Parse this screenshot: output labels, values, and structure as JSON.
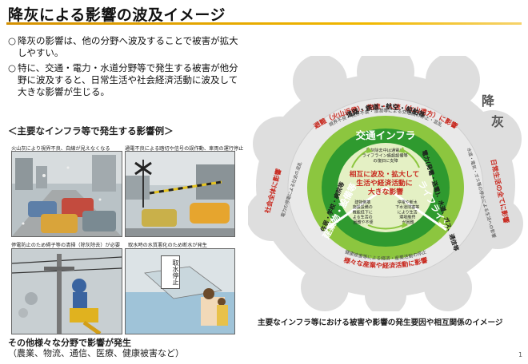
{
  "header": {
    "title": "降灰による影響の波及イメージ"
  },
  "bullets": [
    {
      "mark": "○",
      "lines": [
        "降灰の影響は、他の分野へ波及することで被害が拡大",
        "しやすい。"
      ]
    },
    {
      "mark": "○",
      "lines": [
        "特に、交通・電力・水道分野等で発生する被害が他分",
        "野に波及すると、日常生活や社会経済活動に波及して",
        "大きな影響が生じる。"
      ]
    }
  ],
  "examples": {
    "heading": "＜主要なインフラ等で発生する影響例＞",
    "captions": [
      "火山灰により視界不良、白線が見えなくなる",
      "通電不良による踏切や信号の誤作動、車両の運行停止",
      "停電防止のため碍子等の清掃（除灰除去）が必要",
      "取水時の水質悪化のため断水が発生"
    ],
    "sign_text": "取水停止",
    "other_note": [
      "その他様々な分野で影響が発生",
      "（農業、物流、通信、医療、健康被害など）"
    ]
  },
  "diagram": {
    "cloud_label": "降灰",
    "outer_arc_top": "避難（火山近傍）、物流・人流（火山遠方）に影響",
    "outer_arc_left": "社会全体に影響",
    "outer_arc_right": "日常生活の全てに影響",
    "outer_arc_bottom": "様々な産業や経済活動に影響",
    "outer_note_top": "視界不良・視界不良・湿潤等による交通網の停止・混乱",
    "outer_note_left": "電力の停電による社会の混乱",
    "outer_note_right": "水道・電気・ガス等の停止による生活への影響",
    "outer_note_bottom": "健康被害等による経済・産業活動の停止",
    "sector_top": "道路・鉄道・航空・船舶等",
    "sector_right": "電力(発電・送電)、水道、ガス、通信等",
    "sector_left": "住居・学校・病院等",
    "center_top": "交通インフラ",
    "center_right": "ライフライン",
    "center_left": "建築物・設備等",
    "center_top_note": [
      "降灰除去中は通電や",
      "ライフライン施設設備等",
      "の復旧に支障"
    ],
    "center_right_note": [
      "停電や断水",
      "下水道閉塞等",
      "により生活",
      "環境維持",
      "が困難"
    ],
    "center_left_note": [
      "建物倒壊",
      "施設設備の",
      "機能低下に",
      "よる生活の",
      "困難や不便"
    ],
    "center_main": [
      "相互に波及・拡大して",
      "生活や経済活動に",
      "大きな影響"
    ],
    "caption": "主要なインフラ等における被害や影響の発生要因や相互関係のイメージ"
  },
  "colors": {
    "title_rule": "#e8a800",
    "dark_green": "#2f9a2f",
    "mid_green": "#8cc63f",
    "light_green": "#d8ebb0",
    "outer_arc_red": "#c8281e",
    "cloud_gray": "#dcdcdc"
  },
  "page_number": "1"
}
